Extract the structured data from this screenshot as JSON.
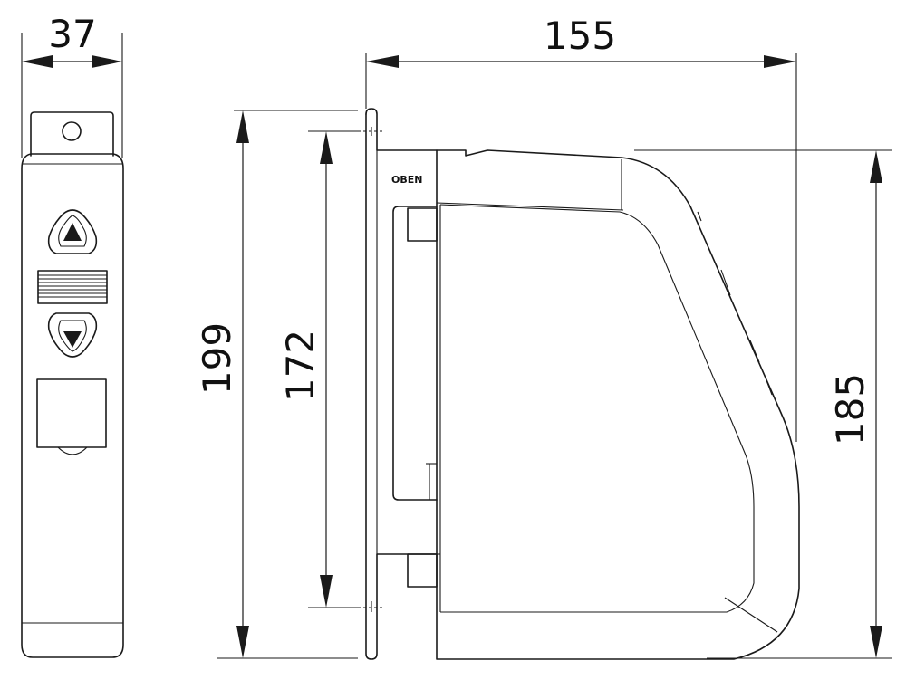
{
  "dimensions": {
    "front_width": "37",
    "overall_depth": "155",
    "overall_height": "199",
    "mount_spacing": "172",
    "body_height": "185"
  },
  "labels": {
    "oben": "OBEN"
  },
  "icons": {
    "up_button": "triangle-up-icon",
    "down_button": "triangle-down-icon"
  }
}
